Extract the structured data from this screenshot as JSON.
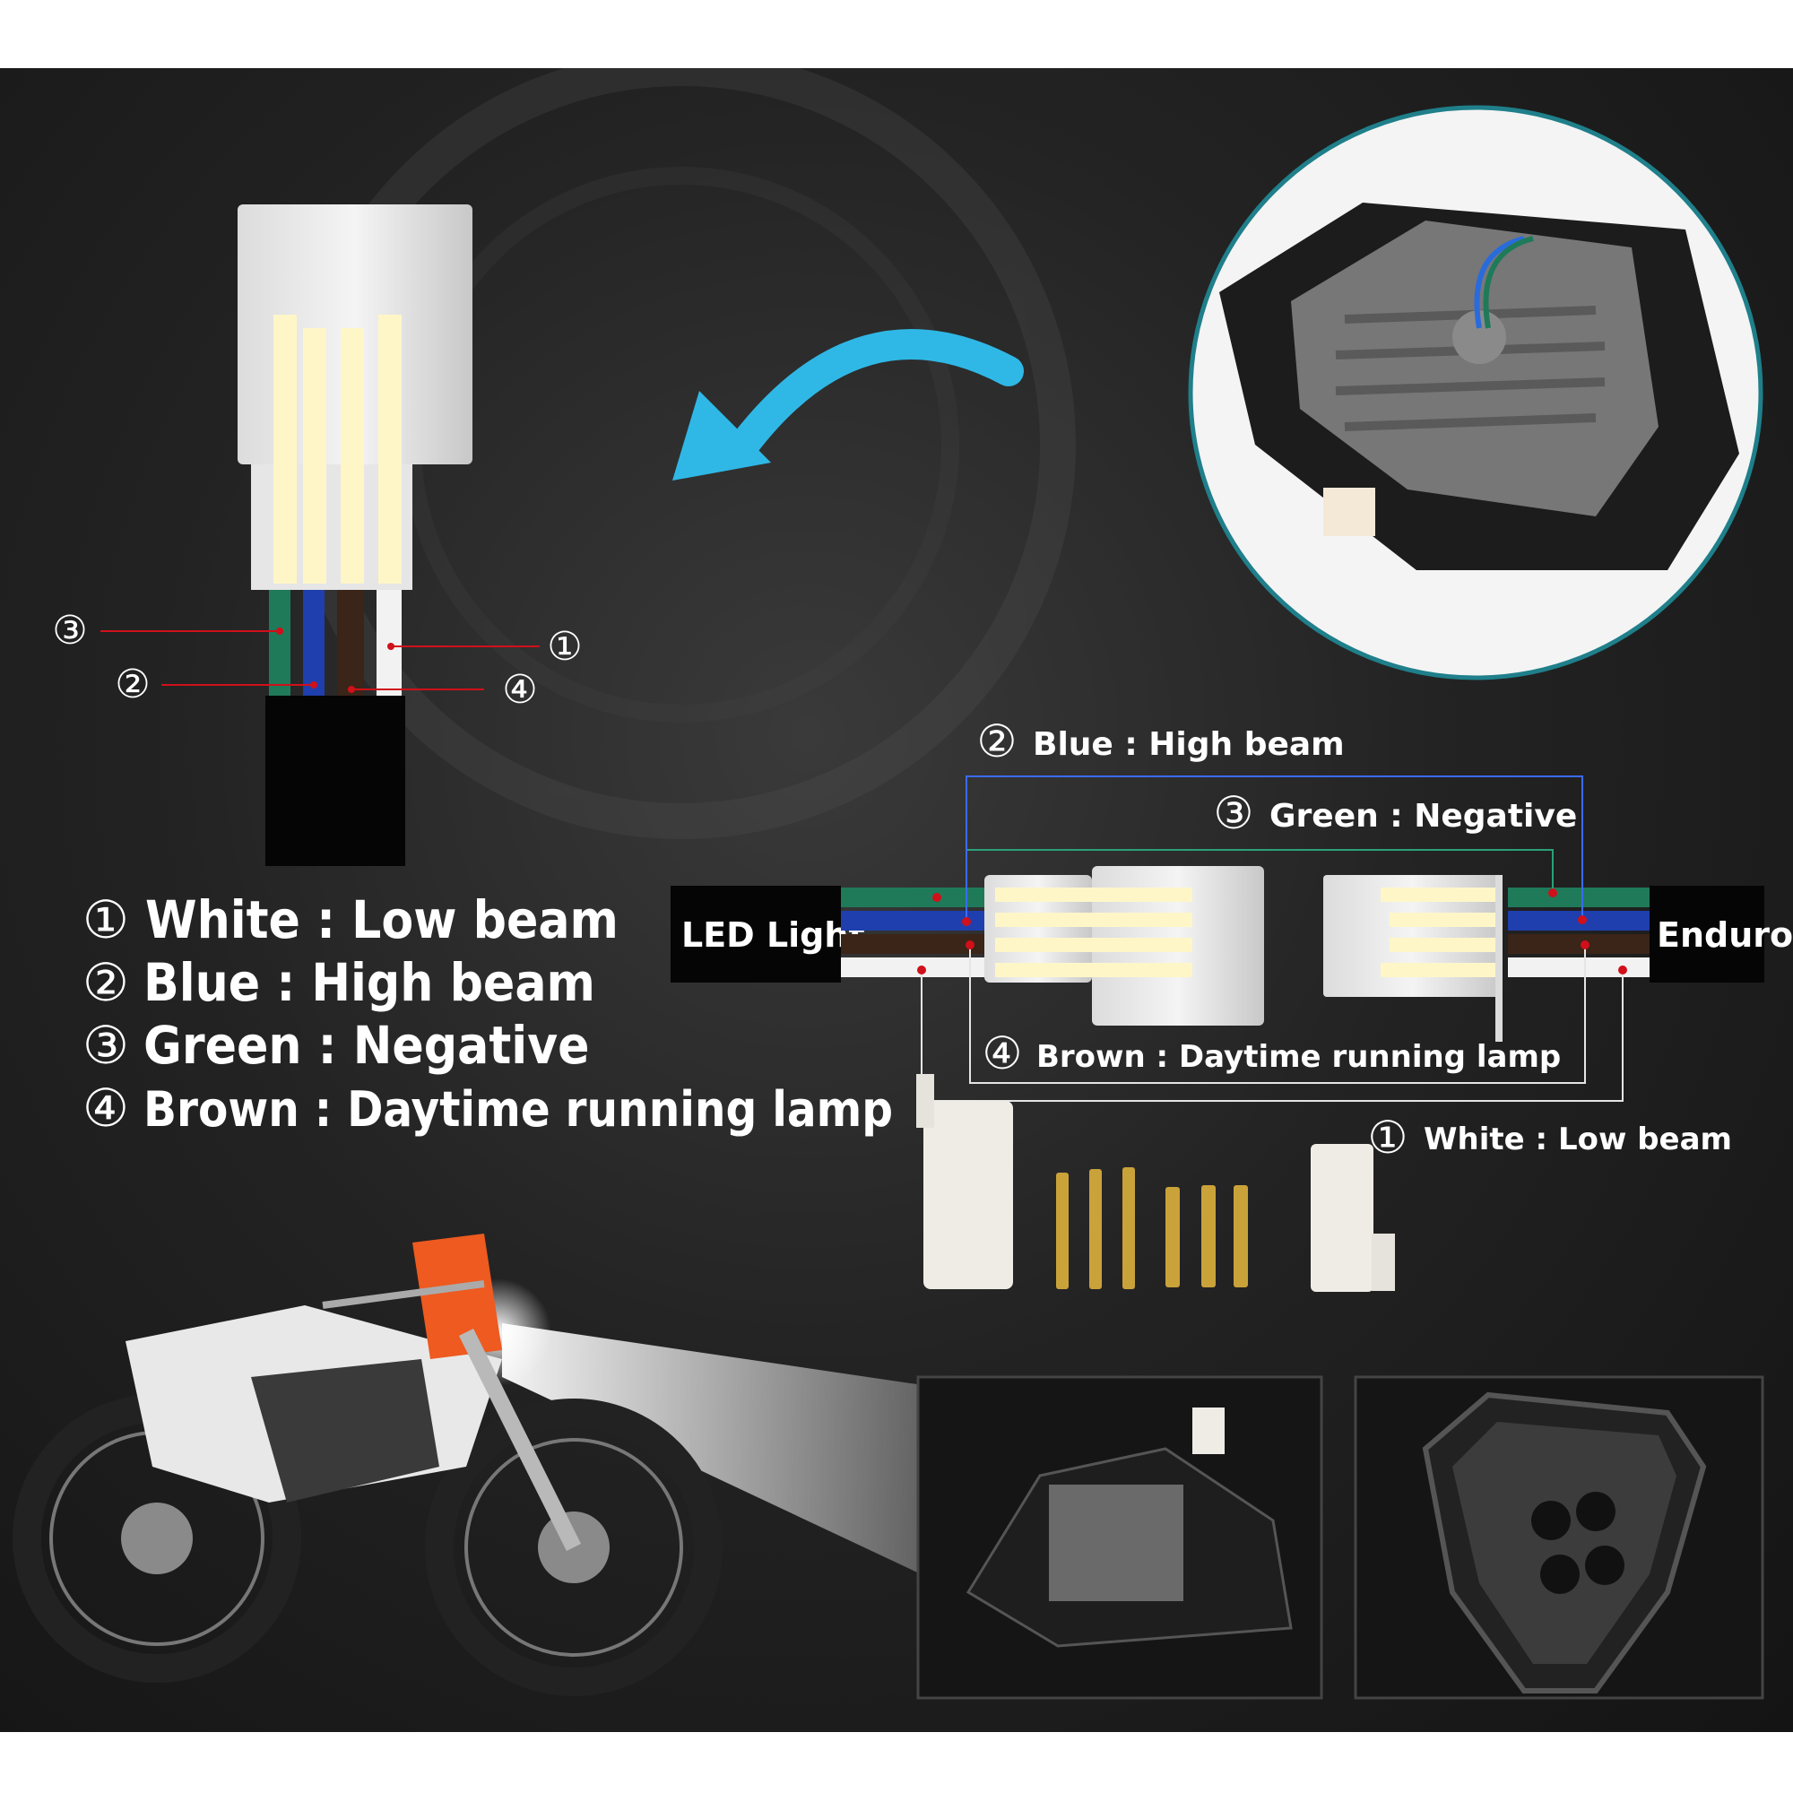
{
  "legend": {
    "items": [
      {
        "num": "①",
        "text": "White : Low beam"
      },
      {
        "num": "②",
        "text": "Blue : High beam"
      },
      {
        "num": "③",
        "text": "Green : Negative"
      },
      {
        "num": "④",
        "text": "Brown : Daytime running lamp"
      }
    ]
  },
  "plug_callouts": [
    "③",
    "②",
    "①",
    "④"
  ],
  "wiring": {
    "left_label": "LED Light",
    "right_label": "Enduro",
    "blue": {
      "num": "②",
      "text": "Blue : High beam"
    },
    "green": {
      "num": "③",
      "text": "Green : Negative"
    },
    "brown": {
      "num": "④",
      "text": "Brown : Daytime running lamp"
    },
    "white": {
      "num": "①",
      "text": "White : Low beam"
    }
  },
  "colors": {
    "white_wire": "#f2f2f2",
    "blue_wire": "#1f3fae",
    "green_wire": "#1f7a5a",
    "brown_wire": "#3b2418",
    "accent_arrow": "#2fb8e6",
    "callout_red": "#d0101a"
  },
  "icons": [
    "curved-arrow-icon",
    "headlight-back-photo",
    "connector-kit-photo",
    "dirt-bike-photo",
    "headlight-front-photo"
  ]
}
